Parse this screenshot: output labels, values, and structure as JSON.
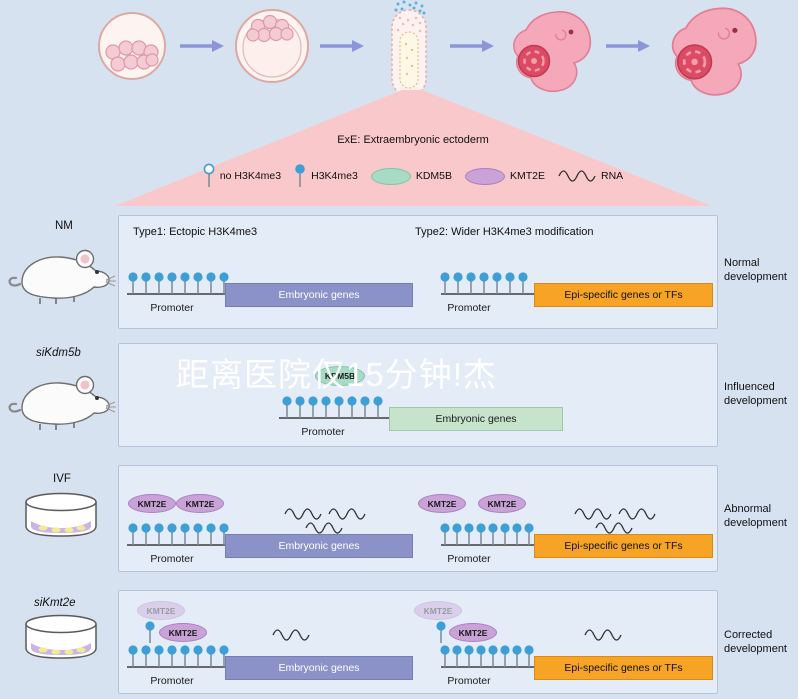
{
  "watermark": "距离医院仅15分钟!杰",
  "top": {
    "stage_icons": [
      "blastocyst-early",
      "blastocyst",
      "egg-cylinder",
      "fetus-early",
      "fetus-late"
    ]
  },
  "legend": {
    "title": "ExE: Extraembryonic ectoderm",
    "items": [
      {
        "icon": "open-lollipop-icon",
        "label": "no H3K4me3"
      },
      {
        "icon": "filled-lollipop-icon",
        "label": "H3K4me3"
      },
      {
        "icon": "kdm5b-ellipse-icon",
        "label": "KDM5B"
      },
      {
        "icon": "kmt2e-ellipse-icon",
        "label": "KMT2E"
      },
      {
        "icon": "rna-wave-icon",
        "label": "RNA"
      }
    ]
  },
  "rows": [
    {
      "left_label": "NM",
      "right_label": "Normal development",
      "type1_title": "Type1: Ectopic H3K4me3",
      "type2_title": "Type2: Wider H3K4me3 modification",
      "left_gene": "Embryonic genes",
      "right_gene": "Epi-specific genes or TFs",
      "promoter": "Promoter"
    },
    {
      "left_label": "siKdm5b",
      "right_label": "Influenced development",
      "enzyme": "KDM5B",
      "gene": "Embryonic genes",
      "promoter": "Promoter"
    },
    {
      "left_label": "IVF",
      "right_label": "Abnormal development",
      "enzyme": "KMT2E",
      "left_gene": "Embryonic genes",
      "right_gene": "Epi-specific genes or TFs",
      "promoter": "Promoter"
    },
    {
      "left_label": "siKmt2e",
      "right_label": "Corrected development",
      "enzyme": "KMT2E",
      "left_gene": "Embryonic genes",
      "right_gene": "Epi-specific genes or TFs",
      "promoter": "Promoter"
    }
  ],
  "colors": {
    "background": "#d7e2f0",
    "panel": "#e4ecf8",
    "funnel_pink": "#f9c8ca",
    "lollipop_blue": "#3d9fd6",
    "embryonic_purple": "#8b92c8",
    "embryonic_green": "#c6e3cb",
    "epi_orange": "#f6a326",
    "kdm5b_green": "#a8dbc6",
    "kmt2e_purple": "#c9a2d8",
    "arrow_periwinkle": "#8d95da"
  }
}
